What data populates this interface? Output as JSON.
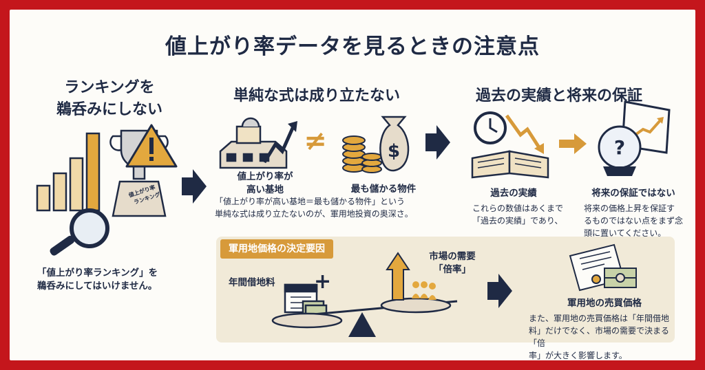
{
  "title": "値上がり率データを見るときの注意点",
  "sections": {
    "ranking": {
      "heading_lines": [
        "ランキングを",
        "鵜呑みにしない"
      ],
      "trophy_plate": "値上がり率ランキング",
      "caption_lines": [
        "「値上がり率ランキング」を",
        "鵜呑みにしてはいけません。"
      ]
    },
    "formula": {
      "heading": "単純な式は成り立たない",
      "left_label_lines": [
        "値上がり率が",
        "高い基地"
      ],
      "not_equal_symbol": "≠",
      "right_label": "最も儲かる物件",
      "body_lines": [
        "「値上がり率が高い基地＝最も儲かる物件」という",
        "単純な式は成り立たないのが、軍用地投資の奥深さ。"
      ]
    },
    "past_future": {
      "heading": "過去の実績と将来の保証",
      "past_label": "過去の実績",
      "past_text_lines": [
        "これらの数値はあくまで",
        "「過去の実績」であり、"
      ],
      "future_label": "将来の保証ではない",
      "future_text_lines": [
        "将来の価格上昇を保証す",
        "るものではない点をまず念",
        "頭に置いてください。"
      ]
    },
    "factors": {
      "tag": "軍用地価格の決定要因",
      "annual_rent_label": "年間借地料",
      "plus_symbol": "+",
      "market_lines": [
        "市場の需要",
        "「倍率」"
      ],
      "price_label": "軍用地の売買価格",
      "price_text_lines": [
        "また、軍用地の売買価格は「年間借地",
        "料」だけでなく、市場の需要で決まる「倍",
        "率」が大きく影響します。"
      ]
    }
  },
  "colors": {
    "frame": "#c4161c",
    "navy": "#1f2a44",
    "gold": "#d79a3a",
    "panel": "#f1ead8"
  }
}
